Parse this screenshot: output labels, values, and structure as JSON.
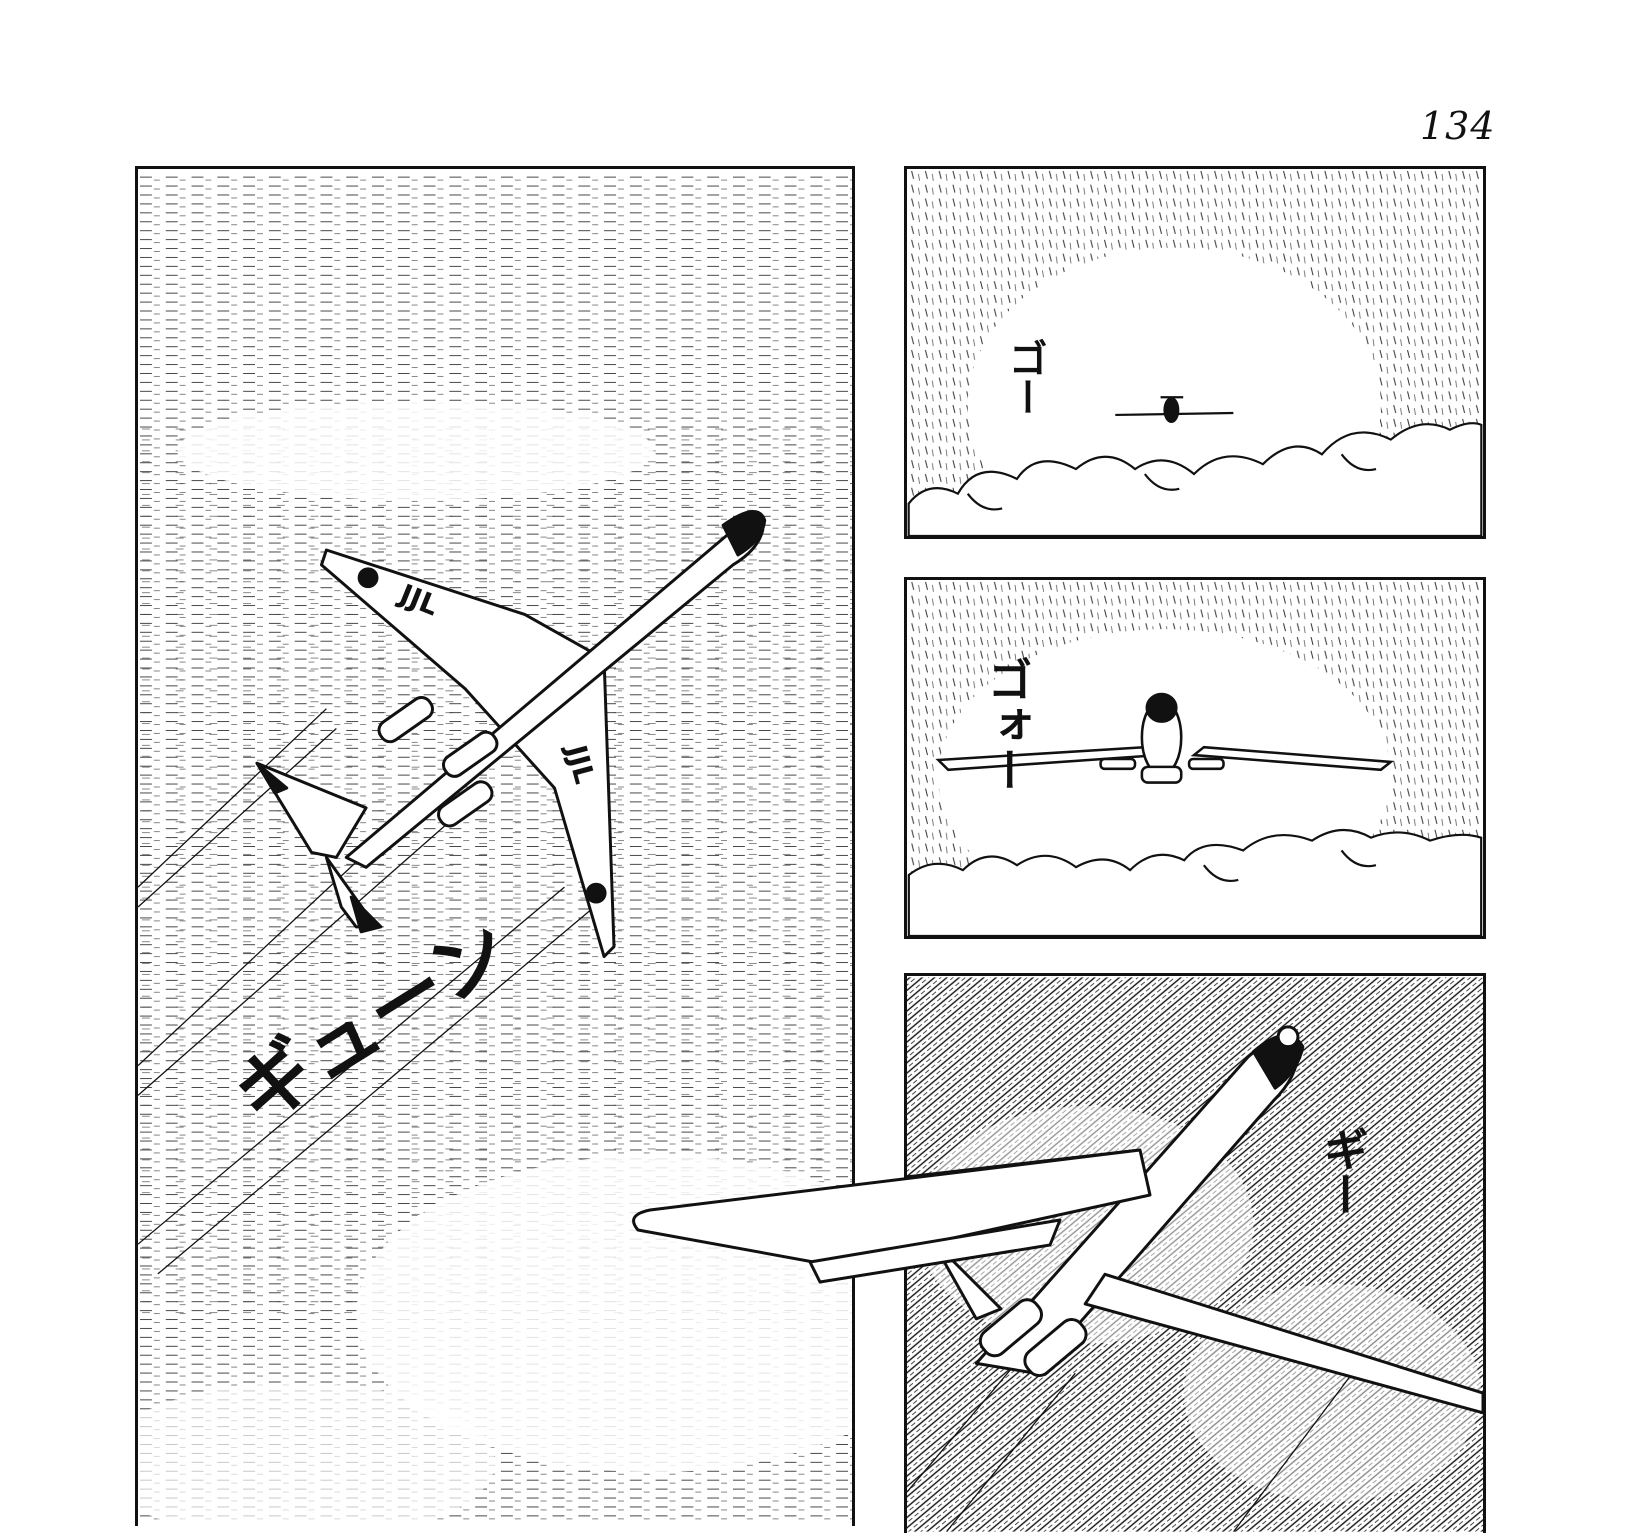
{
  "page": {
    "number": "134"
  },
  "panels": [
    {
      "id": "panel-1",
      "tail_text": "JJL",
      "sfx": "ギューン"
    },
    {
      "id": "panel-2",
      "sfx": "ゴー"
    },
    {
      "id": "panel-3",
      "sfx": "ゴォー"
    },
    {
      "id": "panel-4",
      "sfx": "ギー"
    }
  ],
  "colors": {
    "ink": "#111111",
    "paper": "#ffffff"
  }
}
